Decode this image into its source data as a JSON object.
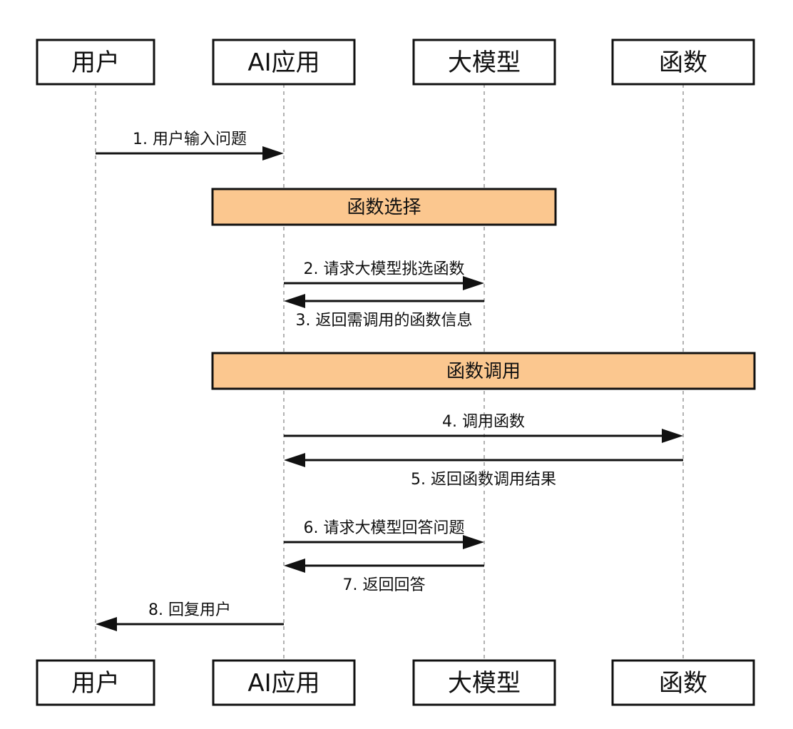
{
  "participants": [
    {
      "id": "user",
      "label": "用户"
    },
    {
      "id": "app",
      "label": "AI应用"
    },
    {
      "id": "llm",
      "label": "大模型"
    },
    {
      "id": "func",
      "label": "函数"
    }
  ],
  "sections": [
    {
      "label": "函数选择",
      "from": "app",
      "to": "llm"
    },
    {
      "label": "函数调用",
      "from": "app",
      "to": "func"
    }
  ],
  "messages": [
    {
      "label": "1. 用户输入问题",
      "from": "user",
      "to": "app",
      "label_position": "above"
    },
    {
      "label": "2. 请求大模型挑选函数",
      "from": "app",
      "to": "llm",
      "label_position": "above"
    },
    {
      "label": "3. 返回需调用的函数信息",
      "from": "llm",
      "to": "app",
      "label_position": "below"
    },
    {
      "label": "4. 调用函数",
      "from": "app",
      "to": "func",
      "label_position": "above"
    },
    {
      "label": "5. 返回函数调用结果",
      "from": "func",
      "to": "app",
      "label_position": "below"
    },
    {
      "label": "6. 请求大模型回答问题",
      "from": "app",
      "to": "llm",
      "label_position": "above"
    },
    {
      "label": "7. 返回回答",
      "from": "llm",
      "to": "app",
      "label_position": "below"
    },
    {
      "label": "8. 回复用户",
      "from": "app",
      "to": "user",
      "label_position": "above"
    }
  ],
  "colors": {
    "section_fill": "#fbc78f",
    "line": "#111111",
    "lifeline": "#999999"
  }
}
